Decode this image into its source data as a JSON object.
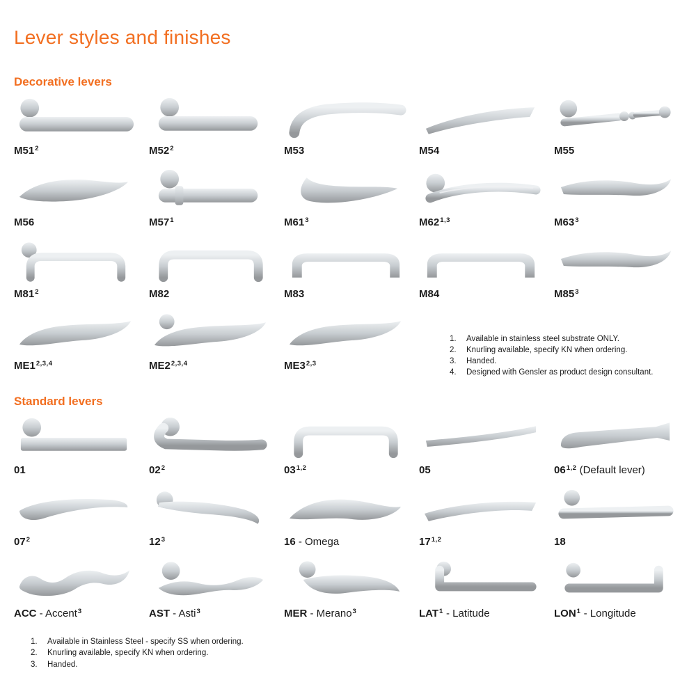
{
  "page": {
    "title": "Lever styles and finishes"
  },
  "colors": {
    "accent": "#f26f21",
    "text": "#1c1c1c",
    "metal_light": "#edf0f2",
    "metal_mid": "#c8cdd1",
    "metal_dark": "#95989b"
  },
  "decorative": {
    "heading": "Decorative levers",
    "items": [
      {
        "code": "M51",
        "sup": "2",
        "suffix": "",
        "sup2": "",
        "shape": "rose-bar-long"
      },
      {
        "code": "M52",
        "sup": "2",
        "suffix": "",
        "sup2": "",
        "shape": "rose-bar-short"
      },
      {
        "code": "M53",
        "sup": "",
        "suffix": "",
        "sup2": "",
        "shape": "curved-tube"
      },
      {
        "code": "M54",
        "sup": "",
        "suffix": "",
        "sup2": "",
        "shape": "taper-blade"
      },
      {
        "code": "M55",
        "sup": "",
        "suffix": "",
        "sup2": "",
        "shape": "turned-tube"
      },
      {
        "code": "M56",
        "sup": "",
        "suffix": "",
        "sup2": "",
        "shape": "wave-blade"
      },
      {
        "code": "M57",
        "sup": "1",
        "suffix": "",
        "sup2": "",
        "shape": "rose-bar-ring"
      },
      {
        "code": "M61",
        "sup": "3",
        "suffix": "",
        "sup2": "",
        "shape": "drop-blade"
      },
      {
        "code": "M62",
        "sup": "1,3",
        "suffix": "",
        "sup2": "",
        "shape": "arc-rose"
      },
      {
        "code": "M63",
        "sup": "3",
        "suffix": "",
        "sup2": "",
        "shape": "s-blade"
      },
      {
        "code": "M81",
        "sup": "2",
        "suffix": "",
        "sup2": "",
        "shape": "rose-u-return"
      },
      {
        "code": "M82",
        "sup": "",
        "suffix": "",
        "sup2": "",
        "shape": "u-return-tube"
      },
      {
        "code": "M83",
        "sup": "",
        "suffix": "",
        "sup2": "",
        "shape": "u-return-flat"
      },
      {
        "code": "M84",
        "sup": "",
        "suffix": "",
        "sup2": "",
        "shape": "u-return-flat"
      },
      {
        "code": "M85",
        "sup": "3",
        "suffix": "",
        "sup2": "",
        "shape": "s-blade"
      },
      {
        "code": "ME1",
        "sup": "2,3,4",
        "suffix": "",
        "sup2": "",
        "shape": "sculpted-blade"
      },
      {
        "code": "ME2",
        "sup": "2,3,4",
        "suffix": "",
        "sup2": "",
        "shape": "rose-sculpted"
      },
      {
        "code": "ME3",
        "sup": "2,3",
        "suffix": "",
        "sup2": "",
        "shape": "sculpted-blade"
      }
    ],
    "footnotes": [
      {
        "num": "1.",
        "text": "Available in stainless steel substrate ONLY."
      },
      {
        "num": "2.",
        "text": "Knurling available, specify KN when ordering."
      },
      {
        "num": "3.",
        "text": "Handed."
      },
      {
        "num": "4.",
        "text": "Designed with Gensler as product design consultant."
      }
    ]
  },
  "standard": {
    "heading": "Standard levers",
    "items": [
      {
        "code": "01",
        "sup": "",
        "suffix": "",
        "sup2": "",
        "shape": "rose-flat-bar"
      },
      {
        "code": "02",
        "sup": "2",
        "suffix": "",
        "sup2": "",
        "shape": "rose-curve-tube"
      },
      {
        "code": "03",
        "sup": "1,2",
        "suffix": "",
        "sup2": "",
        "shape": "u-return-tube"
      },
      {
        "code": "05",
        "sup": "",
        "suffix": "",
        "sup2": "",
        "shape": "taper-rod"
      },
      {
        "code": "06",
        "sup": "1,2",
        "suffix": " (Default lever)",
        "sup2": "",
        "shape": "angular-flat"
      },
      {
        "code": "07",
        "sup": "2",
        "suffix": "",
        "sup2": "",
        "shape": "curve-taper"
      },
      {
        "code": "12",
        "sup": "3",
        "suffix": "",
        "sup2": "",
        "shape": "horn-blade"
      },
      {
        "code": "16",
        "sup": "",
        "suffix": " - Omega",
        "sup2": "",
        "shape": "omega-blade"
      },
      {
        "code": "17",
        "sup": "1,2",
        "suffix": "",
        "sup2": "",
        "shape": "flat-curve"
      },
      {
        "code": "18",
        "sup": "",
        "suffix": "",
        "sup2": "",
        "shape": "rose-straight-tube"
      },
      {
        "code": "ACC",
        "sup": "",
        "suffix": " - Accent",
        "sup2": "3",
        "shape": "scroll-wave"
      },
      {
        "code": "AST",
        "sup": "",
        "suffix": " - Asti",
        "sup2": "3",
        "shape": "rose-scroll"
      },
      {
        "code": "MER",
        "sup": "",
        "suffix": " - Merano",
        "sup2": "3",
        "shape": "rose-leaf"
      },
      {
        "code": "LAT",
        "sup": "1",
        "suffix": " - Latitude",
        "sup2": "",
        "shape": "l-tube-left"
      },
      {
        "code": "LON",
        "sup": "1",
        "suffix": " - Longitude",
        "sup2": "",
        "shape": "l-tube-right"
      }
    ],
    "footnotes": [
      {
        "num": "1.",
        "text": "Available in Stainless Steel - specify SS when ordering."
      },
      {
        "num": "2.",
        "text": "Knurling available, specify KN when ordering."
      },
      {
        "num": "3.",
        "text": "Handed."
      }
    ]
  }
}
